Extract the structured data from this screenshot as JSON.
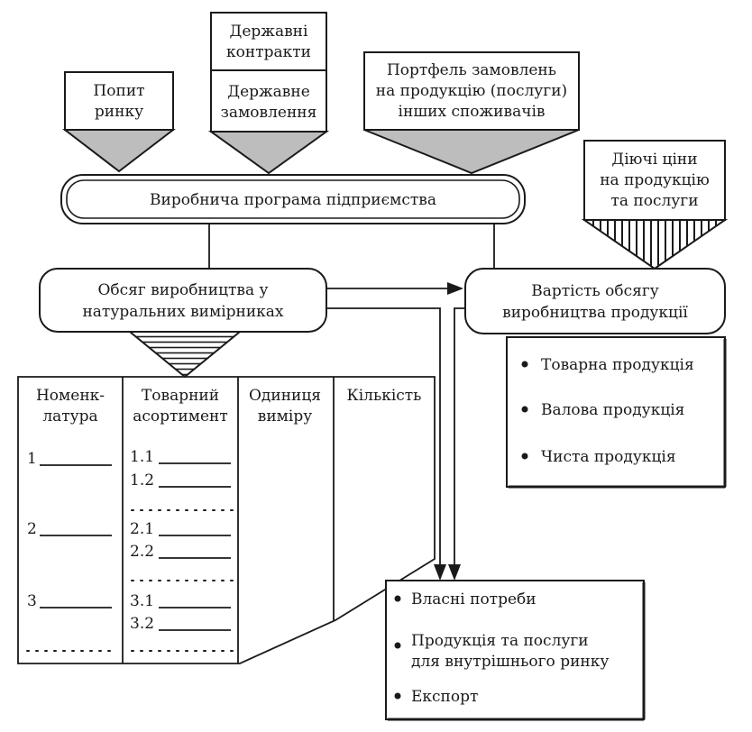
{
  "sources": {
    "market_demand": [
      "Попит",
      "ринку"
    ],
    "state_contracts": [
      "Державні",
      "контракти"
    ],
    "state_order": [
      "Державне",
      "замовлення"
    ],
    "portfolio": [
      "Портфель замовлень",
      "на продукцію (послуги)",
      "інших споживачів"
    ],
    "prices": [
      "Діючі ціни",
      "на продукцію",
      "та послуги"
    ]
  },
  "production_program": "Виробнича програма підприємства",
  "volume_natural": [
    "Обсяг виробництва у",
    "натуральних вимірниках"
  ],
  "volume_value": [
    "Вартість обсягу",
    "виробництва продукції"
  ],
  "product_types": [
    "Товарна продукція",
    "Валова продукція",
    "Чиста продукція"
  ],
  "table": {
    "headers": [
      [
        "Номенк-",
        "латура"
      ],
      [
        "Товарний",
        "асортимент"
      ],
      [
        "Одиниця",
        "виміру"
      ],
      [
        "Кількість"
      ]
    ],
    "nomenclature": [
      "1",
      "2",
      "3"
    ],
    "assortment": [
      "1.1",
      "1.2",
      "2.1",
      "2.2",
      "3.1",
      "3.2"
    ]
  },
  "destinations": [
    [
      "Власні потреби"
    ],
    [
      "Продукція та послуги",
      "для внутрішнього ринку"
    ],
    [
      "Експорт"
    ]
  ],
  "colors": {
    "line": "#1a1a1a",
    "shade": "#bdbdbd",
    "background": "#ffffff"
  }
}
